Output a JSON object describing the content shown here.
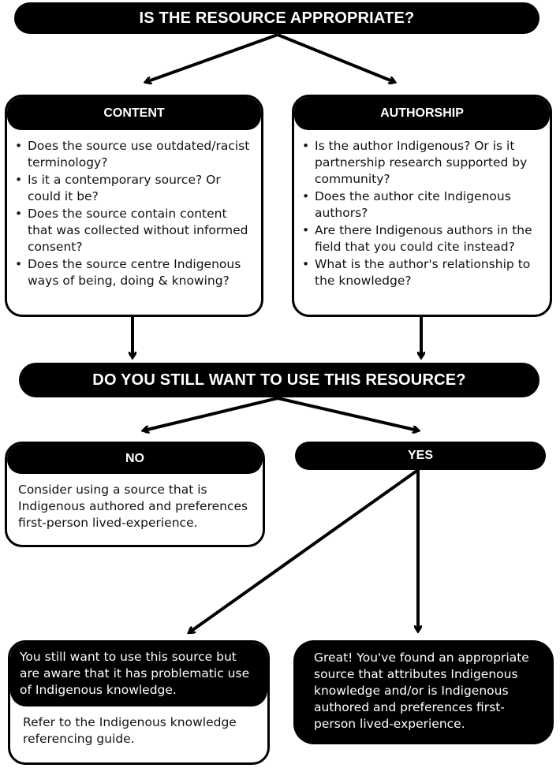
{
  "title": "IS THE RESOURCE APPROPRIATE?",
  "content": {
    "heading": "CONTENT",
    "items": [
      "Does the source use outdated/racist terminology?",
      "Is it a contemporary source? Or could it be?",
      "Does the source contain content that was collected without informed consent?",
      "Does the source centre Indigenous ways of being, doing & knowing?"
    ]
  },
  "authorship": {
    "heading": "AUTHORSHIP",
    "items": [
      "Is the author Indigenous? Or is it partnership research supported by community?",
      "Does the author cite Indigenous authors?",
      "Are there Indigenous authors in the field that you could cite instead?",
      "What is the author's relationship to the knowledge?"
    ]
  },
  "question": "DO YOU STILL WANT TO USE THIS RESOURCE?",
  "no": {
    "label": "NO",
    "text": "Consider using a source that is Indigenous authored and preferences first-person lived-experience."
  },
  "yes": {
    "label": "YES"
  },
  "problematic": {
    "top_text": "You still want to use this source but are aware that it has problematic use of Indigenous knowledge.",
    "bottom_text": "Refer to the Indigenous knowledge referencing guide."
  },
  "great": {
    "text": "Great! You've found an appropriate source that attributes Indigenous knowledge and/or is Indigenous authored and preferences first-person lived-experience."
  }
}
